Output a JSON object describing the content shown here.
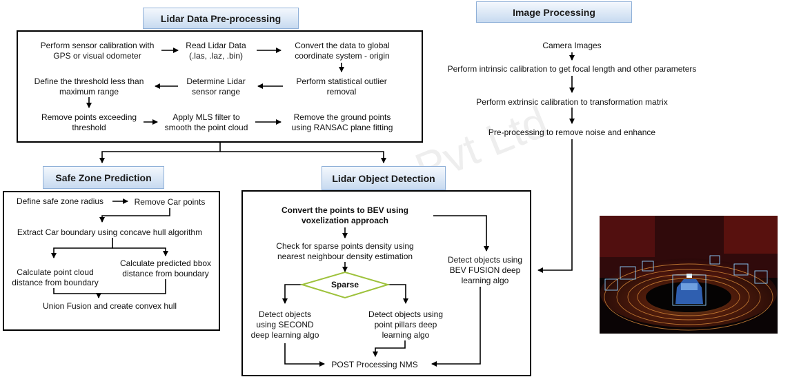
{
  "headers": {
    "preprocessing": "Lidar Data Pre-processing",
    "image_processing": "Image Processing",
    "safe_zone": "Safe Zone Prediction",
    "object_detection": "Lidar Object Detection"
  },
  "watermark": "ms Pvt Ltd",
  "preprocessing": {
    "sensor_calibration": [
      "Perform sensor calibration with",
      "GPS or visual odometer"
    ],
    "read_lidar": [
      "Read Lidar Data",
      "(.las, .laz, .bin)"
    ],
    "convert_global": [
      "Convert the data to global",
      "coordinate system - origin"
    ],
    "define_threshold": [
      "Define the threshold less than",
      "maximum range"
    ],
    "sensor_range": [
      "Determine Lidar",
      "sensor range"
    ],
    "outlier_removal": [
      "Perform statistical outlier",
      "removal"
    ],
    "remove_exceeding": [
      "Remove points exceeding",
      "threshold"
    ],
    "mls_filter": [
      "Apply MLS filter to",
      "smooth the point cloud"
    ],
    "ground_removal": [
      "Remove the ground points",
      "using RANSAC plane fitting"
    ]
  },
  "image_processing": {
    "camera_images": "Camera Images",
    "intrinsic": "Perform intrinsic calibration to get focal length and other parameters",
    "extrinsic": "Perform extrinsic calibration to transformation matrix",
    "preprocess": "Pre-processing to remove noise and enhance"
  },
  "safe_zone": {
    "define_radius": "Define safe zone radius",
    "remove_car": "Remove Car points",
    "extract_boundary": "Extract Car boundary using concave hull algorithm",
    "calc_point_cloud": [
      "Calculate point cloud",
      "distance from boundary"
    ],
    "calc_bbox": [
      "Calculate predicted bbox",
      "distance from boundary"
    ],
    "union_fusion": "Union Fusion and create convex hull"
  },
  "object_detection": {
    "convert_bev": [
      "Convert the points to BEV using",
      "voxelization approach"
    ],
    "sparse_check": [
      "Check for sparse points density using",
      "nearest neighbour density estimation"
    ],
    "sparse_decision": "Sparse",
    "second_algo": [
      "Detect objects",
      "using SECOND",
      "deep learning algo"
    ],
    "pillars_algo": [
      "Detect objects using",
      "point pillars deep",
      "learning algo"
    ],
    "bev_fusion": [
      "Detect objects using",
      "BEV FUSION deep",
      "learning algo"
    ],
    "post_processing": "POST Processing NMS"
  },
  "colors": {
    "header_border": "#8fb0d8",
    "header_fill_top": "#f4f8fd",
    "header_fill_bottom": "#c7daf0",
    "decision_border": "#9ec23c",
    "image_background": "#0a0405"
  }
}
